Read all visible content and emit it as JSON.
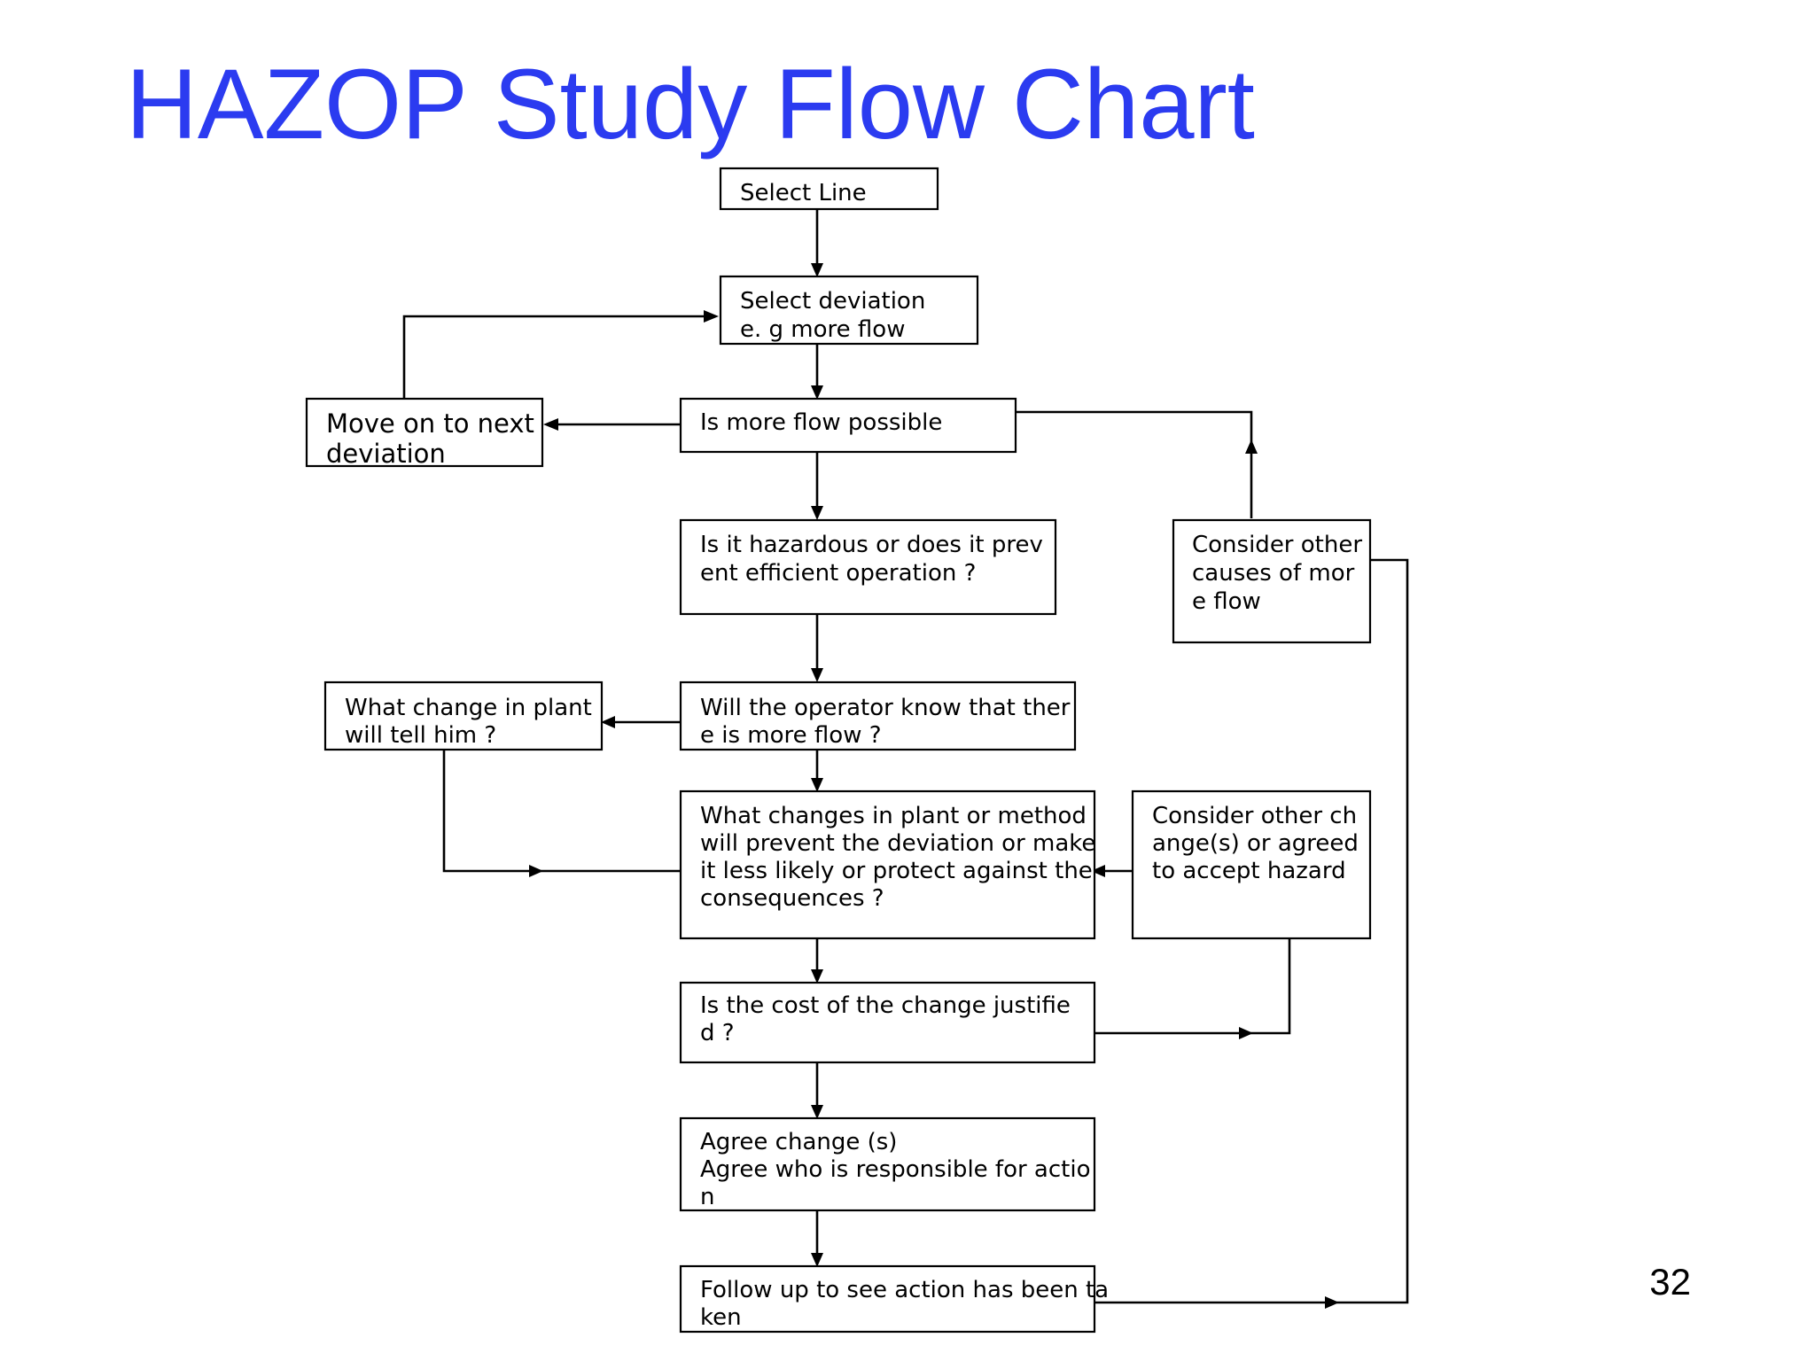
{
  "slide": {
    "title": "HAZOP Study Flow Chart",
    "page_number": "32"
  },
  "colors": {
    "title": "#2b3bf0",
    "lines": "#000000",
    "box_fill": "#ffffff"
  },
  "nodes": {
    "select_line": {
      "lines": [
        "Select Line"
      ]
    },
    "select_deviation": {
      "lines": [
        "Select deviation",
        "e. g more flow"
      ]
    },
    "move_on": {
      "lines": [
        "Move on to next",
        "deviation"
      ]
    },
    "more_flow_possible": {
      "lines": [
        "Is more flow possible"
      ]
    },
    "hazardous": {
      "lines": [
        "Is it hazardous or does it prev",
        "ent efficient operation ?"
      ]
    },
    "consider_causes": {
      "lines": [
        "Consider other",
        "causes of mor",
        "e flow"
      ]
    },
    "plant_change_tell": {
      "lines": [
        "What change in plant",
        "will tell him ?"
      ]
    },
    "operator_know": {
      "lines": [
        "Will the operator know that ther",
        "e is more flow ?"
      ]
    },
    "what_changes": {
      "lines": [
        "What changes in plant or  method",
        "will prevent the deviation or make",
        "it less likely or protect against the",
        "consequences ?"
      ]
    },
    "consider_changes": {
      "lines": [
        "Consider other ch",
        "ange(s) or agreed",
        "to accept hazard"
      ]
    },
    "cost_justified": {
      "lines": [
        "Is the cost of the change justifie",
        "d ?"
      ]
    },
    "agree_change": {
      "lines": [
        "Agree change (s)",
        "Agree who is responsible for actio",
        "n"
      ]
    },
    "follow_up": {
      "lines": [
        "Follow up to see action has been ta",
        "ken"
      ]
    }
  }
}
